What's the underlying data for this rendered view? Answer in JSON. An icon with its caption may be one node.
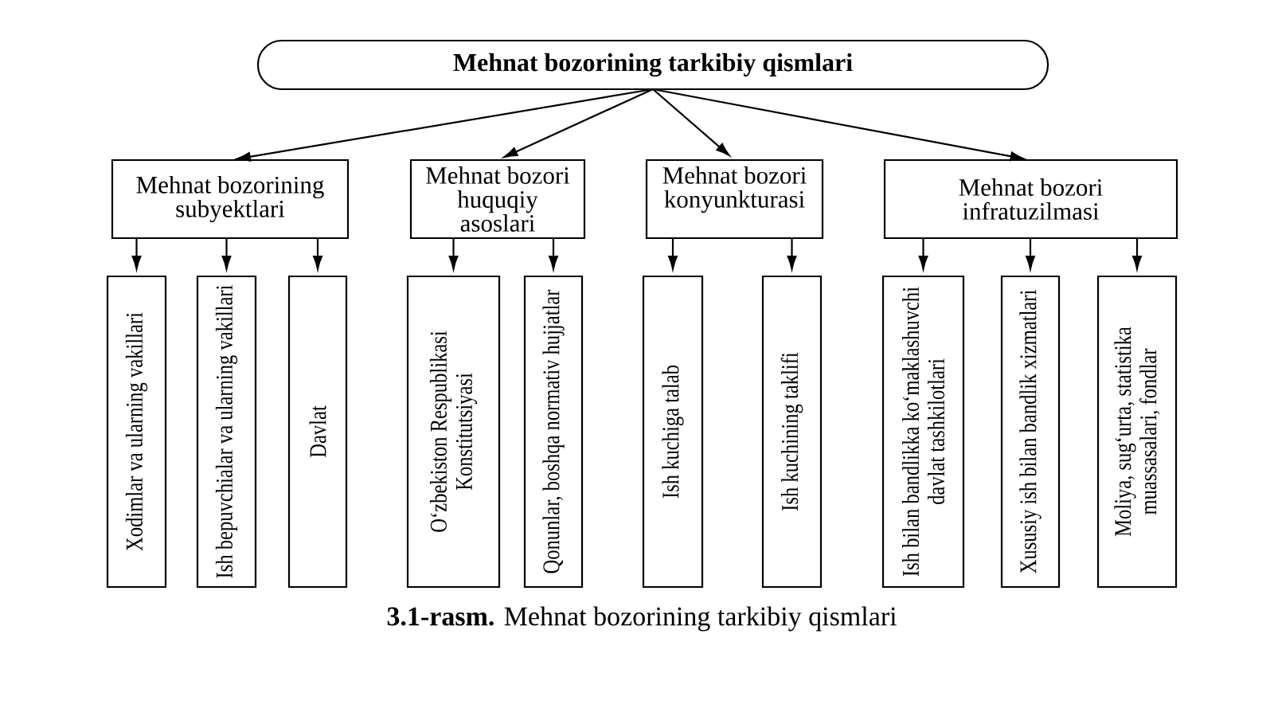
{
  "diagram": {
    "caption": "**3.1-rasm.** Mehnat bozorining tarkibiy qismlari",
    "nodes": [
      {
        "text": [
          "Mehnat bozorining tarkibiy qismlari"
        ]
      },
      {
        "text": [
          "Mehnat bozorining subyektlari"
        ]
      },
      {
        "text": [
          "Mehnat bozori huquqiy asoslari"
        ]
      },
      {
        "text": [
          "Mehnat bozori konyunkturasi"
        ]
      },
      {
        "text": [
          "Mehnat bozori infratuzilmasi"
        ]
      },
      {
        "text": [
          "Xodimlar va ularning vakillari"
        ]
      },
      {
        "text": [
          "Ish bepuvchialar va ularning vakillari"
        ]
      },
      {
        "text": [
          "Davlat"
        ]
      },
      {
        "text": [
          "O‘zbekiston Respublikasi Konstitutsiyasi"
        ]
      },
      {
        "text": [
          "Qonunlar, boshqa normativ hujjatlar"
        ]
      },
      {
        "text": [
          "Ish kuchiga talab"
        ]
      },
      {
        "text": [
          "Ish kuchining taklifi"
        ]
      },
      {
        "text": [
          "Ish bilan bandlikka ko‘maklashuvchi davlat tashkilotlari"
        ]
      },
      {
        "text": [
          "Xususiy ish bilan bandlik xizmatlari"
        ]
      },
      {
        "text": [
          "Moliya, sug‘urta, statistika muassasalari, fondlar"
        ]
      }
    ],
    "edges": [
      {
        "from": 0,
        "to": 1,
        "arrow": "to"
      },
      {
        "from": 0,
        "to": 2,
        "arrow": "to"
      },
      {
        "from": 0,
        "to": 3,
        "arrow": "to"
      },
      {
        "from": 0,
        "to": 4,
        "arrow": "to"
      },
      {
        "from": 1,
        "to": 5,
        "arrow": "to"
      },
      {
        "from": 1,
        "to": 6,
        "arrow": "to"
      },
      {
        "from": 1,
        "to": 7,
        "arrow": "to"
      },
      {
        "from": 2,
        "to": 8,
        "arrow": "to"
      },
      {
        "from": 2,
        "to": 9,
        "arrow": "to"
      },
      {
        "from": 3,
        "to": 10,
        "arrow": "to"
      },
      {
        "from": 3,
        "to": 11,
        "arrow": "to"
      },
      {
        "from": 4,
        "to": 12,
        "arrow": "to"
      },
      {
        "from": 4,
        "to": 13,
        "arrow": "to"
      },
      {
        "from": 4,
        "to": 14,
        "arrow": "to"
      }
    ]
  }
}
